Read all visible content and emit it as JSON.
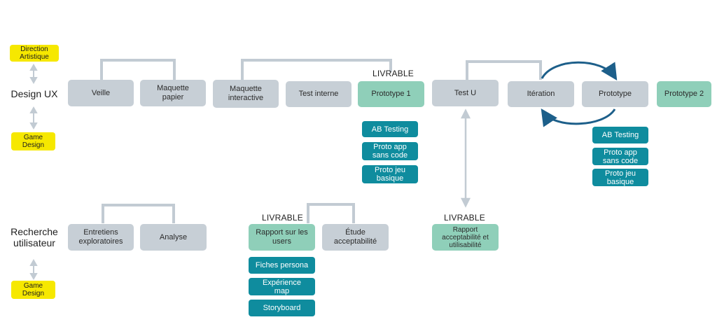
{
  "tags": {
    "direction_artistique": "Direction\nArtistique",
    "game_design_top": "Game\nDesign",
    "game_design_bottom": "Game\nDesign"
  },
  "rows": {
    "design_ux": "Design UX",
    "recherche_utilisateur": "Recherche\nutilisateur"
  },
  "livrable_label": "LIVRABLE",
  "design_ux_boxes": {
    "veille": "Veille",
    "maquette_papier": "Maquette\npapier",
    "maquette_interactive": "Maquette\ninteractive",
    "test_interne": "Test interne",
    "prototype_1": "Prototype 1",
    "test_u": "Test U",
    "iteration": "Itération",
    "prototype": "Prototype",
    "prototype_2": "Prototype 2"
  },
  "prototype1_deliverables": [
    "AB Testing",
    "Proto app\nsans code",
    "Proto jeu\nbasique"
  ],
  "prototype_deliverables": [
    "AB Testing",
    "Proto app\nsans code",
    "Proto jeu\nbasique"
  ],
  "recherche_boxes": {
    "entretiens": "Entretiens\nexploratoires",
    "analyse": "Analyse",
    "rapport_users": "Rapport sur les\nusers",
    "etude": "Étude\nacceptabilité",
    "rapport_acceptabilite": "Rapport\nacceptabilité et\nutilisabilité"
  },
  "rapport_users_deliverables": [
    "Fiches persona",
    "Expérience\nmap",
    "Storyboard"
  ],
  "colors": {
    "yellow": "#f6e800",
    "grey_box": "#c7cfd6",
    "mint_box": "#8fcfb9",
    "teal_box": "#0f8c9e",
    "connector": "#c2cbd3",
    "cycle_arrow": "#1d5f8a"
  }
}
